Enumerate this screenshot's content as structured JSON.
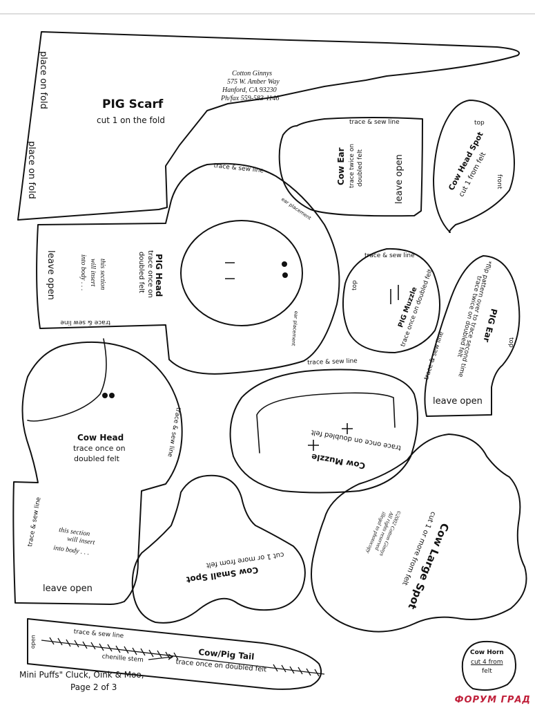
{
  "address": {
    "line1": "Cotton Ginnys",
    "line2": "575 W. Amber Way",
    "line3": "Hanford, CA  93230",
    "line4": "Ph/fax 559-583-1146"
  },
  "pig_scarf": {
    "title": "PIG Scarf",
    "instruction": "cut 1 on the fold",
    "fold1": "place on fold",
    "fold2": "place on fold"
  },
  "cow_ear": {
    "trace": "trace & sew line",
    "title": "Cow Ear",
    "inst1": "trace twice on",
    "inst2": "doubled felt",
    "open": "leave open"
  },
  "cow_head_spot": {
    "top": "top",
    "title": "Cow Head Spot",
    "inst": "cut 1 from felt",
    "front": "front"
  },
  "pig_head": {
    "trace_top": "trace & sew line",
    "ear1": "ear placement",
    "ear2": "ear placement",
    "open": "leave open",
    "title": "PIG Head",
    "inst1": "trace once on",
    "inst2": "doubled felt",
    "sec1": "this section",
    "sec2": "will insert",
    "sec3": "into body . . .",
    "trace_bottom": "trace & sew line"
  },
  "pig_muzzle": {
    "trace": "trace & sew line",
    "top": "top",
    "title": "PIG Muzzle",
    "inst": "trace once on doubled felt"
  },
  "pig_ear": {
    "flip1": "*flip pattern over to trace second time",
    "flip2": "trace twice on doubled felt",
    "title": "PIG Ear",
    "trace": "trace & sew line",
    "top": "top",
    "open": "leave open"
  },
  "cow_head": {
    "title": "Cow Head",
    "inst1": "trace once on",
    "inst2": "doubled felt",
    "trace_right": "trace & sew line",
    "trace_left": "trace & sew line",
    "sec1": "this section",
    "sec2": "will insert",
    "sec3": "into body . . .",
    "open": "leave open"
  },
  "cow_muzzle": {
    "trace": "trace & sew line",
    "inst": "trace once on doubled felt",
    "title": "Cow Muzzle"
  },
  "cow_small_spot": {
    "inst": "cut 1 or more from felt",
    "title": "Cow Small Spot"
  },
  "cow_large_spot": {
    "title": "Cow Large Spot",
    "inst": "cut 1 or more from felt",
    "copy1": "©2002 Cotton Ginnys",
    "copy2": "All rights reserved",
    "copy3": "illegal to photocopy"
  },
  "tail": {
    "open": "open",
    "trace": "trace & sew line",
    "stem": "chenille stem",
    "title": "Cow/Pig Tail",
    "inst": "trace once on doubled felt"
  },
  "cow_horn": {
    "title": "Cow Horn",
    "inst1": "cut 4 from",
    "inst2": "felt"
  },
  "footer": {
    "line1": "Mini Puffs\" Cluck, Oink & Moo,",
    "line2": "Page 2 of 3"
  },
  "watermark": "ФОРУМ ГРАД"
}
